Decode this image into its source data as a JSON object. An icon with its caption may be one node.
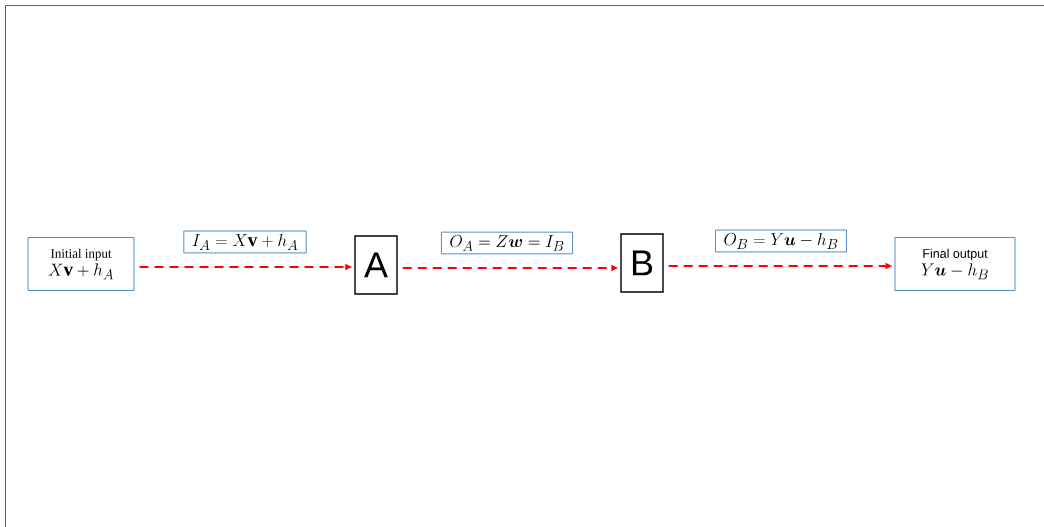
{
  "diagram": {
    "nodes": [
      {
        "text": [
          "Initial input",
          "X\\mathbf{v} + h_A"
        ]
      },
      {
        "text": [
          "A"
        ]
      },
      {
        "text": [
          "B"
        ]
      },
      {
        "text": [
          "Final output",
          "Y\\boldsymbol{u} - h_B"
        ]
      }
    ],
    "edges": [
      {
        "from": 0,
        "to": 1,
        "arrow": "to",
        "style": "dashed",
        "label": "I_A = X\\mathbf{v} + h_A"
      },
      {
        "from": 1,
        "to": 2,
        "arrow": "to",
        "style": "dashed",
        "label": "O_A = Z\\boldsymbol{w} = I_B"
      },
      {
        "from": 2,
        "to": 3,
        "arrow": "to",
        "style": "dashed",
        "label": "O_B = Y\\boldsymbol{u} - h_B"
      }
    ]
  }
}
